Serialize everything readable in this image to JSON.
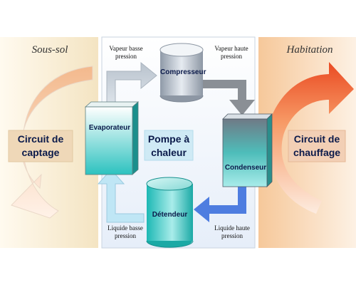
{
  "zones": {
    "sous_sol": "Sous-sol",
    "habitation": "Habitation"
  },
  "flows": {
    "vapeur_basse": "Vapeur basse\npression",
    "vapeur_haute": "Vapeur haute\npression",
    "liquide_basse": "Liquide basse\npression",
    "liquide_haute": "Liquide haute\npression"
  },
  "components": {
    "compresseur": "Compresseur",
    "evaporateur": "Evaporateur",
    "condenseur": "Condenseur",
    "detendeur": "Détendeur"
  },
  "circuits": {
    "captage": "Circuit de\ncaptage",
    "pompe": "Pompe à\nchaleur",
    "chauffage": "Circuit de\nchauffage"
  },
  "colors": {
    "component_teal": "#1cb8b4",
    "heating_arrow": "#ea4a22",
    "capture_arrow": "#f3b98d",
    "liquid_high_arrow": "#4e7de0",
    "liquid_low_arrow": "#bfe6f5"
  }
}
